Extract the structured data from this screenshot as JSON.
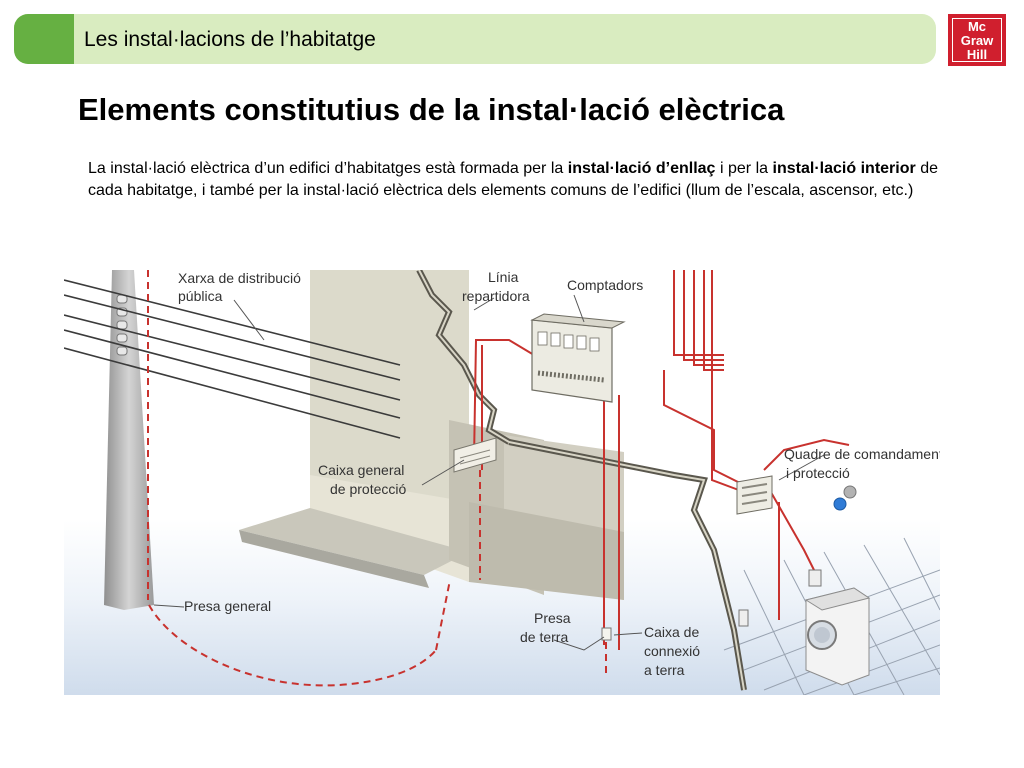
{
  "header": {
    "section_title": "Les instal·lacions de l’habitatge"
  },
  "logo": {
    "line1": "Mc",
    "line2": "Graw",
    "line3": "Hill"
  },
  "slide": {
    "title": "Elements constitutius de la instal·lació elèctrica",
    "intro": {
      "part1": "La instal·lació elèctrica d’un edifici d’habitatges està formada per la ",
      "bold1": "instal·lació d’enllaç",
      "part2": " i per la ",
      "bold2": "instal·lació interior",
      "part3": " de cada habitatge, i també per la instal·lació elèctrica dels elements comuns de l’edifici (llum de l’escala, ascensor, etc.)"
    }
  },
  "diagram": {
    "labels": {
      "xarxa_line1": "Xarxa de distribució",
      "xarxa_line2": "pública",
      "linia_line1": "Línia",
      "linia_line2": "repartidora",
      "comptadors": "Comptadors",
      "quadre_line1": "Quadre de comandament",
      "quadre_line2": "i protecció",
      "caixa_general_line1": "Caixa general",
      "caixa_general_line2": "de protecció",
      "presa_general": "Presa general",
      "presa_terra_line1": "Presa",
      "presa_terra_line2": "de terra",
      "caixa_connexio_line1": "Caixa de",
      "caixa_connexio_line2": "connexió",
      "caixa_connexio_line3": "a terra"
    },
    "colors": {
      "wire": "#c8322e",
      "ground": "#e6edf6",
      "wall": "#dcdacb",
      "grid": "#98a2b0"
    }
  }
}
